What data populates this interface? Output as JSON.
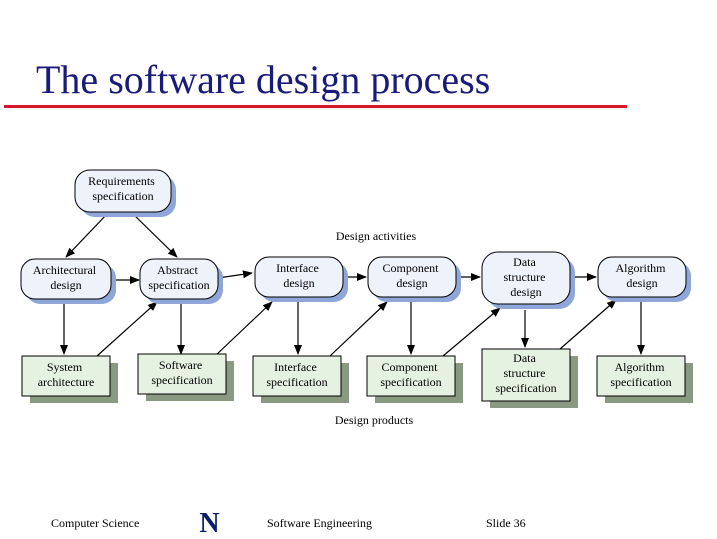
{
  "title": "The software design process",
  "labels": {
    "activities": "Design activities",
    "products": "Design products"
  },
  "requirements": {
    "lines": [
      "Requirements",
      "specification"
    ]
  },
  "activities": [
    {
      "lines": [
        "Architectural",
        "design"
      ]
    },
    {
      "lines": [
        "Abstract",
        "specification"
      ]
    },
    {
      "lines": [
        "Interface",
        "design"
      ]
    },
    {
      "lines": [
        "Component",
        "design"
      ]
    },
    {
      "lines": [
        "Data",
        "structure",
        "design"
      ]
    },
    {
      "lines": [
        "Algorithm",
        "design"
      ]
    }
  ],
  "products": [
    {
      "lines": [
        "System",
        "architecture"
      ]
    },
    {
      "lines": [
        "Software",
        "specification"
      ]
    },
    {
      "lines": [
        "Interface",
        "specification"
      ]
    },
    {
      "lines": [
        "Component",
        "specification"
      ]
    },
    {
      "lines": [
        "Data",
        "structure",
        "specification"
      ]
    },
    {
      "lines": [
        "Algorithm",
        "specification"
      ]
    }
  ],
  "colors": {
    "title": "#1a1a7a",
    "rule": "#d8152a",
    "activity_fill": "#eef2fb",
    "product_fill": "#e6f2e1",
    "activity_shadow": "#8fa6d8",
    "product_shadow": "#8a9a82"
  },
  "footer": {
    "left": "Computer Science",
    "logo_letter": "N",
    "center": "Software Engineering",
    "right": "Slide  36"
  }
}
